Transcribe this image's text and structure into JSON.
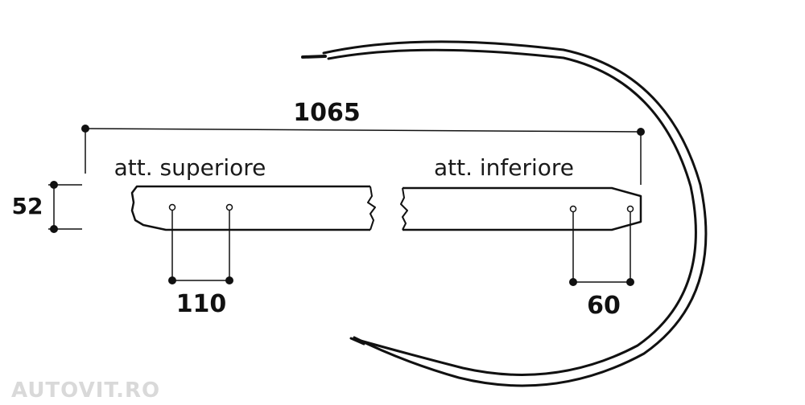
{
  "dimensions": {
    "total_length": "1065",
    "width": "52",
    "top_hole_spacing": "110",
    "bottom_hole_spacing": "60"
  },
  "labels": {
    "top_attachment": "att. superiore",
    "bottom_attachment": "att. inferiore"
  },
  "watermark": "AUTOVIT.RO",
  "colors": {
    "line": "#111111",
    "background": "#ffffff",
    "watermark": "#d9d9d9"
  }
}
